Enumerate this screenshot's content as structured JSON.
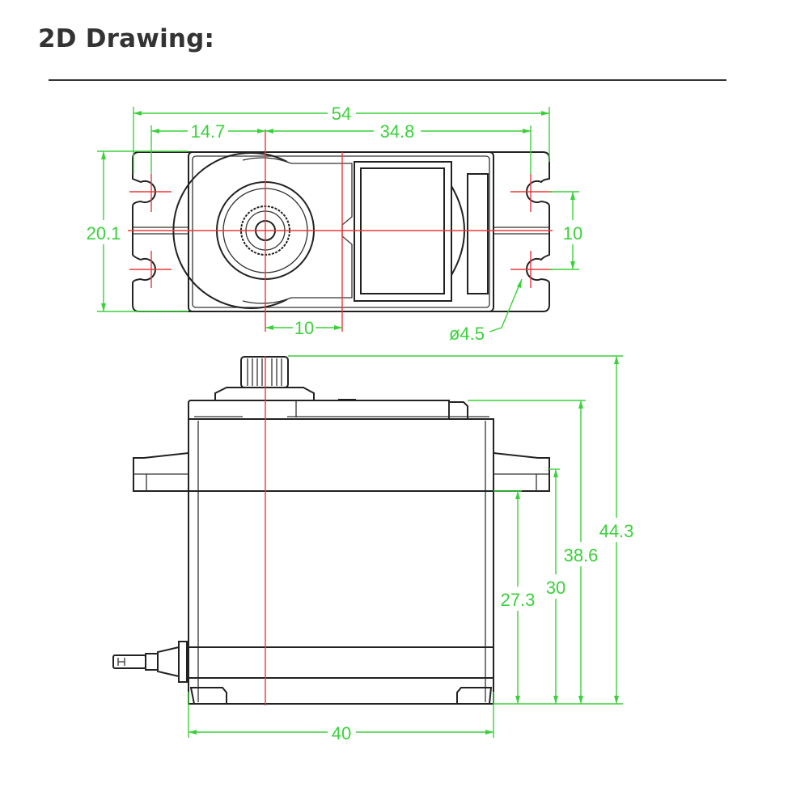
{
  "header": {
    "title": "2D Drawing:"
  },
  "colors": {
    "dimension": "#3ad13a",
    "centerline": "#e8383a",
    "outline": "#222222"
  },
  "top_view": {
    "dimensions": {
      "overall_length": "54",
      "hole_to_shaft": "14.7",
      "shaft_to_hole": "34.8",
      "width": "20.1",
      "hole_spacing": "10",
      "shaft_offset": "10",
      "hole_diameter": "ø4.5"
    }
  },
  "side_view": {
    "dimensions": {
      "total_height": "44.3",
      "case_height": "38.6",
      "flange_top_height": "30",
      "flange_bottom_height": "27.3",
      "case_width": "40"
    }
  }
}
